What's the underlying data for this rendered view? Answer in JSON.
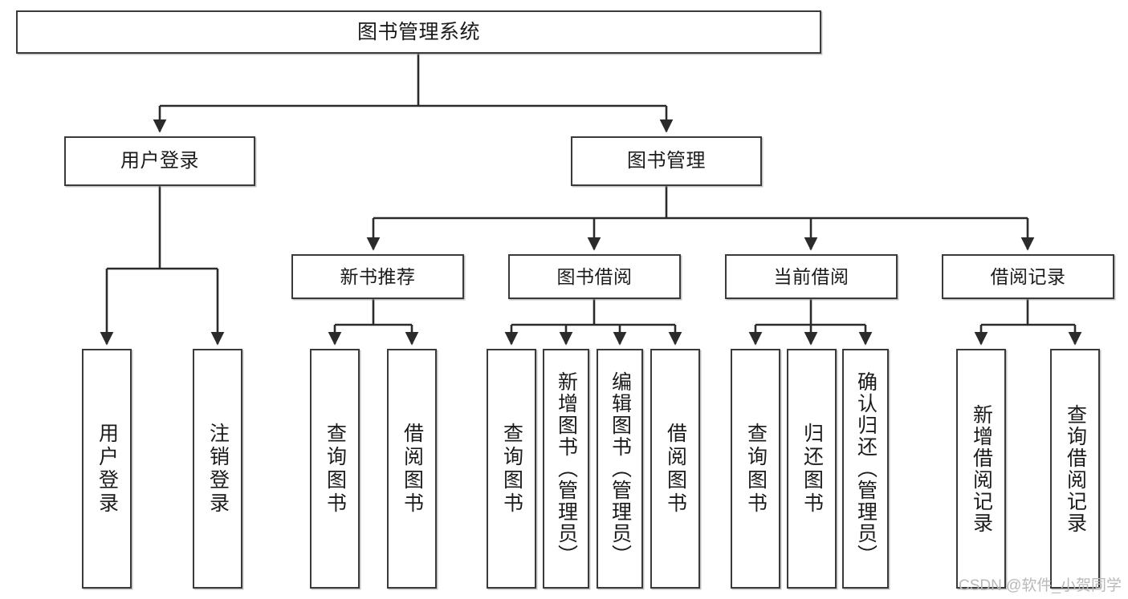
{
  "diagram": {
    "title": "图书管理系统",
    "type": "tree-hierarchy-chart",
    "watermark": "CSDN @软件_小贺同学",
    "root": {
      "label": "图书管理系统"
    },
    "level2": [
      {
        "label": "用户登录"
      },
      {
        "label": "图书管理"
      }
    ],
    "level3": [
      {
        "label": "新书推荐"
      },
      {
        "label": "图书借阅"
      },
      {
        "label": "当前借阅"
      },
      {
        "label": "借阅记录"
      }
    ],
    "leaves": {
      "user_login": [
        {
          "label": "用户登录"
        },
        {
          "label": "注销登录"
        }
      ],
      "new_book": [
        {
          "label": "查询图书"
        },
        {
          "label": "借阅图书"
        }
      ],
      "book_borrow": [
        {
          "label": "查询图书"
        },
        {
          "label": "新增图书（管理员）"
        },
        {
          "label": "编辑图书（管理员）"
        },
        {
          "label": "借阅图书"
        }
      ],
      "current_borrow": [
        {
          "label": "查询图书"
        },
        {
          "label": "归还图书"
        },
        {
          "label": "确认归还（管理员）"
        }
      ],
      "borrow_record": [
        {
          "label": "新增借阅记录"
        },
        {
          "label": "查询借阅记录"
        }
      ]
    },
    "colors": {
      "box_border": "#3a3a3a",
      "box_fill": "#ffffff",
      "edge": "#2b2b2b",
      "text": "#1b1b1b",
      "watermark": "#b9b9b9"
    }
  }
}
